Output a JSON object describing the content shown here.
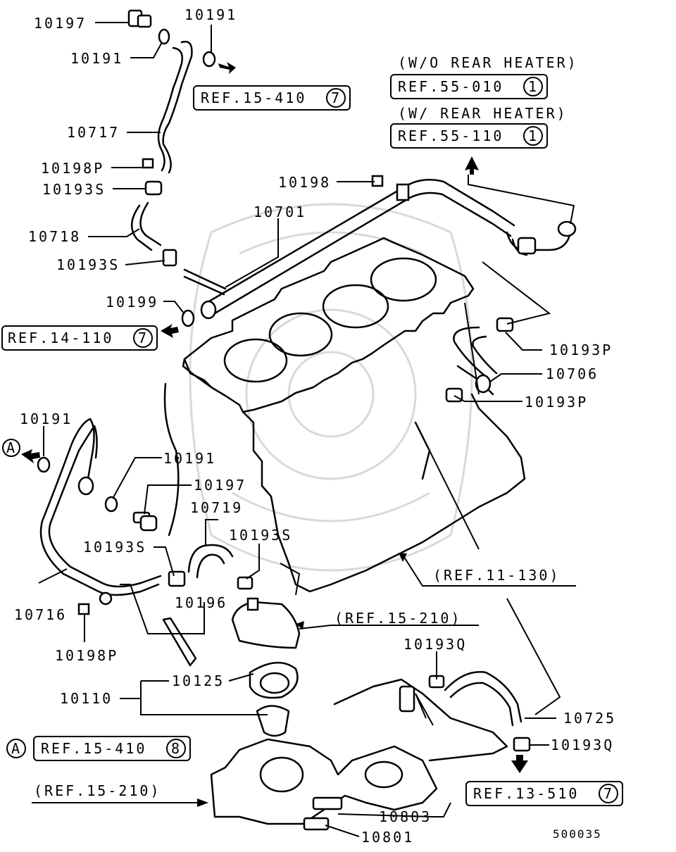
{
  "labels": {
    "p10197_top": "10197",
    "p10191_a": "10191",
    "p10191_b": "10191",
    "p10717": "10717",
    "p10198P_top": "10198P",
    "p10193S_top": "10193S",
    "p10718": "10718",
    "p10193S_mid": "10193S",
    "p10199": "10199",
    "p10198": "10198",
    "p10701": "10701",
    "p10193P_a": "10193P",
    "p10706": "10706",
    "p10193P_b": "10193P",
    "p10191_c": "10191",
    "p10191_d": "10191",
    "p10197_b": "10197",
    "p10719": "10719",
    "p10193S_c": "10193S",
    "p10193S_d": "10193S",
    "p10716": "10716",
    "p10198P_b": "10198P",
    "p10196": "10196",
    "p10125": "10125",
    "p10110": "10110",
    "p10193Q_a": "10193Q",
    "p10725": "10725",
    "p10193Q_b": "10193Q",
    "p10803": "10803",
    "p10801": "10801",
    "diagram_code": "500035"
  },
  "refs": {
    "wo_rear_heater": "(W/O REAR HEATER)",
    "w_rear_heater": "(W/ REAR HEATER)",
    "ref_15_410_7": "REF.15-410",
    "ref_15_410_7_num": "7",
    "ref_55_010_1": "REF.55-010",
    "ref_55_010_1_num": "1",
    "ref_55_110_1": "REF.55-110",
    "ref_55_110_1_num": "1",
    "ref_14_110_7": "REF.14-110",
    "ref_14_110_7_num": "7",
    "ref_11_130": "(REF.11-130)",
    "ref_15_210_a": "(REF.15-210)",
    "ref_15_210_b": "(REF.15-210)",
    "ref_15_410_8": "REF.15-410",
    "ref_15_410_8_num": "8",
    "ref_13_510_7": "REF.13-510",
    "ref_13_510_7_num": "7",
    "marker_a_left": "A",
    "marker_a_bottom": "A"
  }
}
